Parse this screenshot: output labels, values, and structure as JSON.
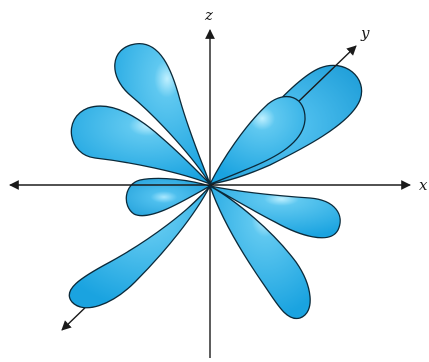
{
  "axes": {
    "x_label": "x",
    "y_label": "y",
    "z_label": "z"
  },
  "colors": {
    "lobe_fill": "#1aa3e0",
    "lobe_fill_back": "#1597d4",
    "lobe_highlight": "#8fdcfa",
    "lobe_outline": "#0b2a3a",
    "axis": "#1a1a1a",
    "background": "#ffffff"
  },
  "lobes": [
    {
      "name": "lobe-z-upper-left"
    },
    {
      "name": "lobe-y-upper-right"
    },
    {
      "name": "lobe-x-upper-left"
    },
    {
      "name": "lobe-y-lower-left"
    },
    {
      "name": "lobe-z-lower-right"
    },
    {
      "name": "lobe-x-lower-right"
    }
  ]
}
